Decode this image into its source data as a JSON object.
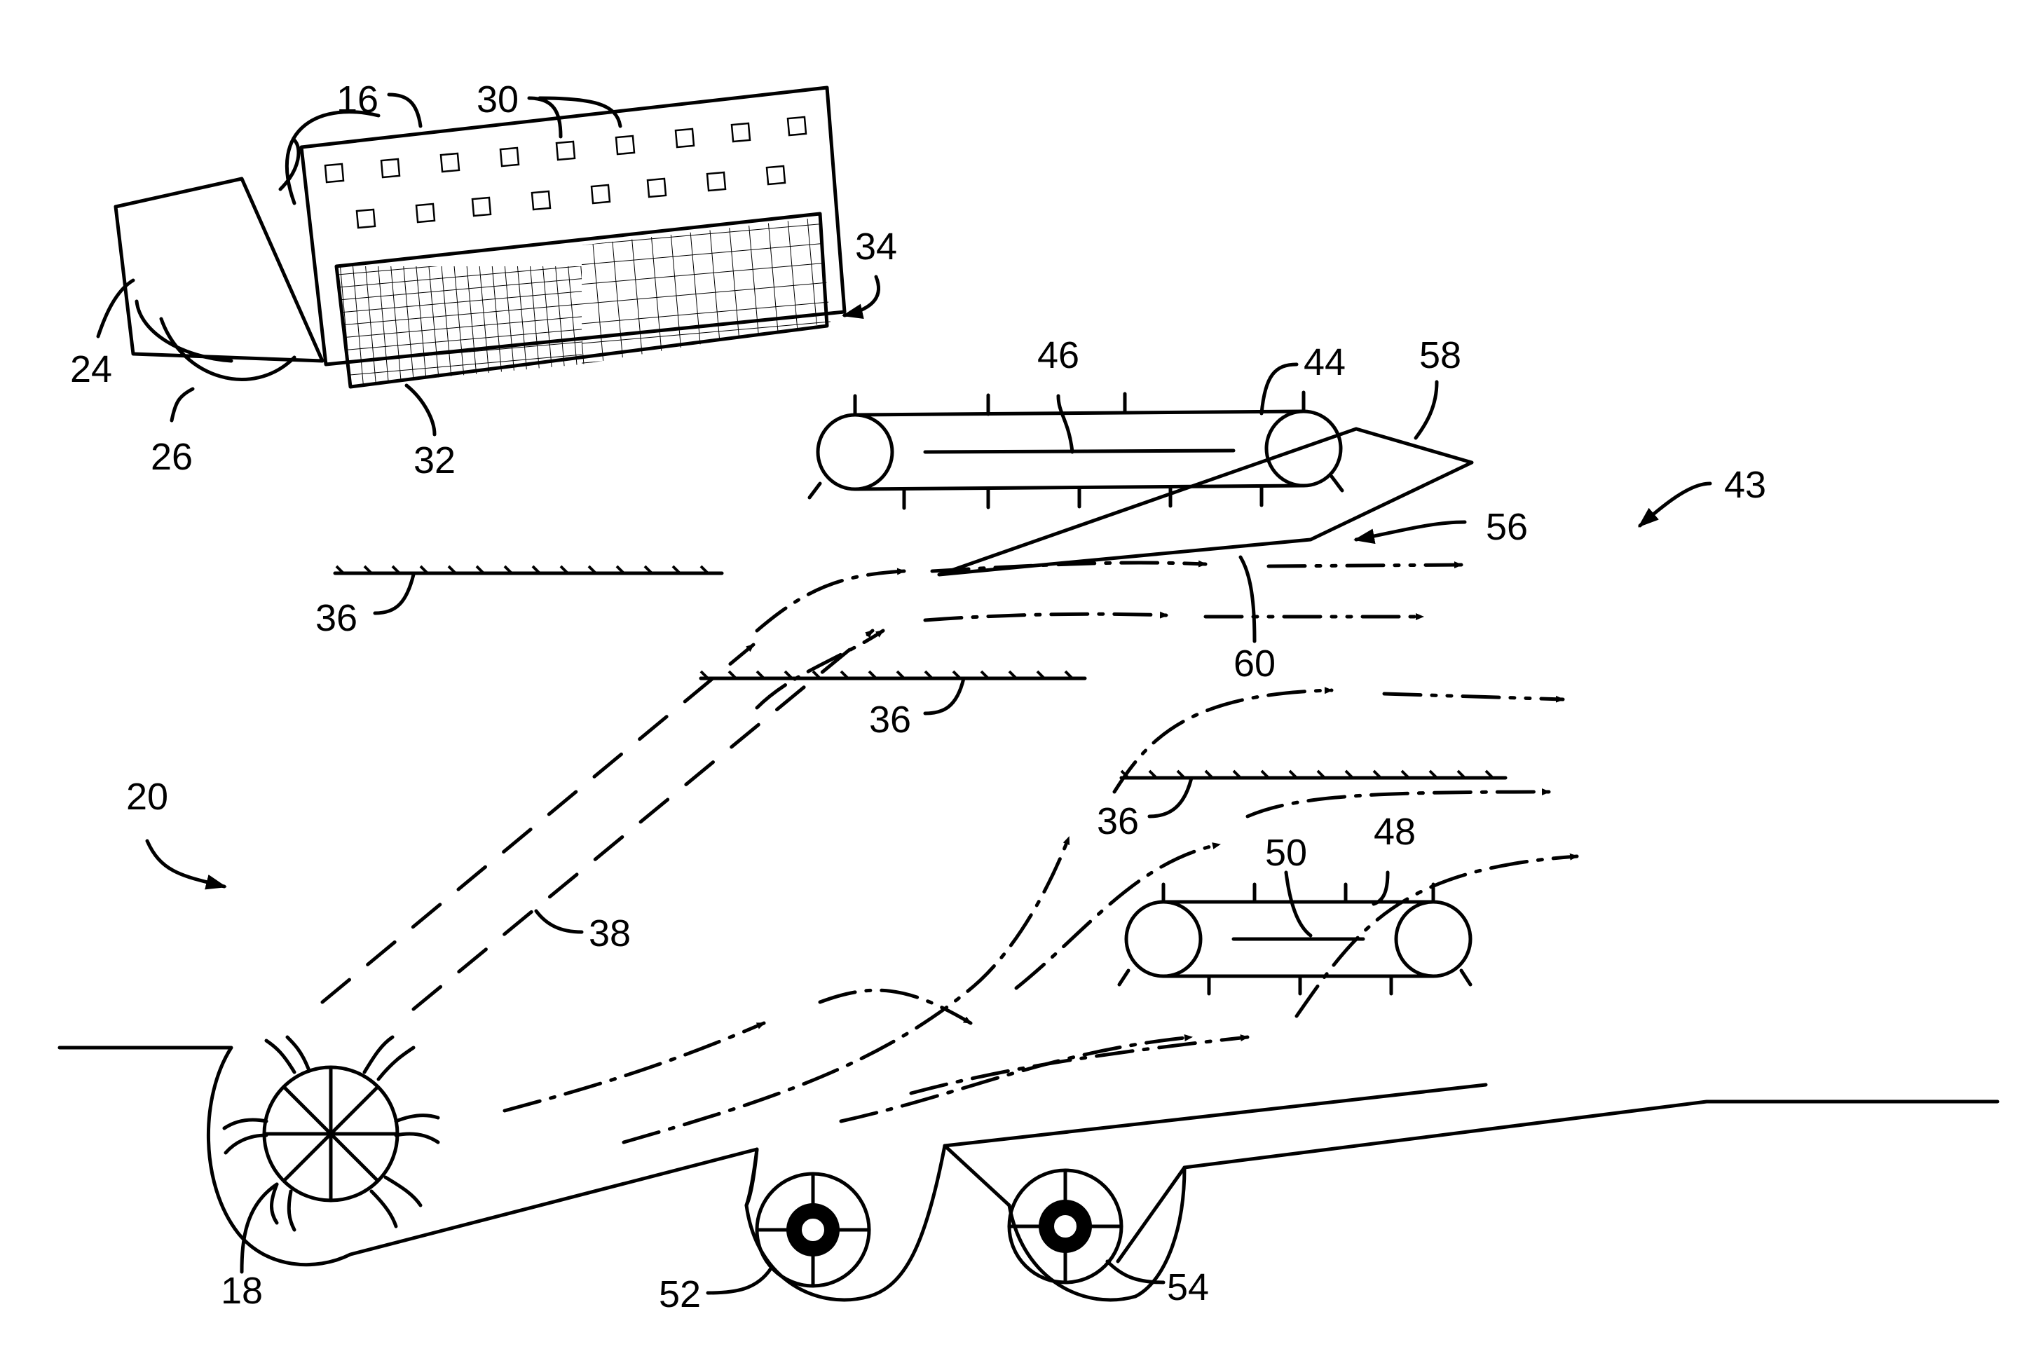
{
  "labels": {
    "l16": "16",
    "l30": "30",
    "l34": "34",
    "l24": "24",
    "l26": "26",
    "l32": "32",
    "l46": "46",
    "l44": "44",
    "l58": "58",
    "l43": "43",
    "l56": "56",
    "l36a": "36",
    "l36b": "36",
    "l36c": "36",
    "l60": "60",
    "l20": "20",
    "l38": "38",
    "l50": "50",
    "l48": "48",
    "l18": "18",
    "l52": "52",
    "l54": "54"
  }
}
